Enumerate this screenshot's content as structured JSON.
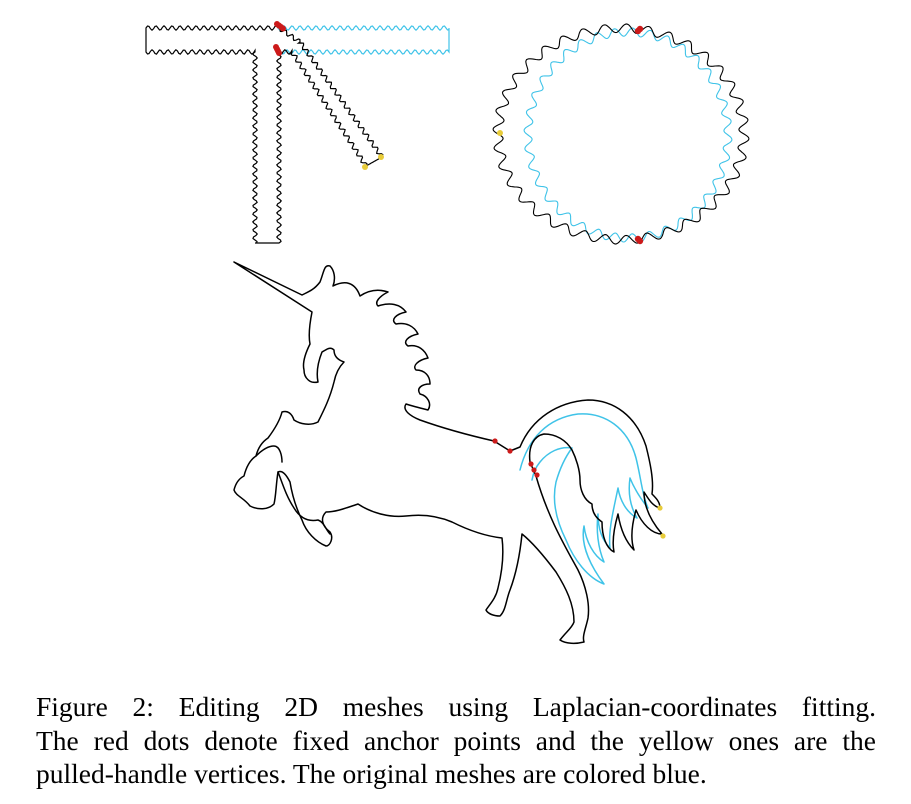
{
  "figure": {
    "caption_lines": [
      "Figure 2:  Editing 2D meshes using Laplacian-coordinates fitting.",
      "The red dots denote fixed anchor points and the yellow ones are the",
      "pulled-handle vertices. The original meshes are colored blue."
    ],
    "colors": {
      "deformed": "#000000",
      "original": "#3fc3e8",
      "anchor": "#cc1a1a",
      "handle": "#e8cc3a"
    }
  }
}
